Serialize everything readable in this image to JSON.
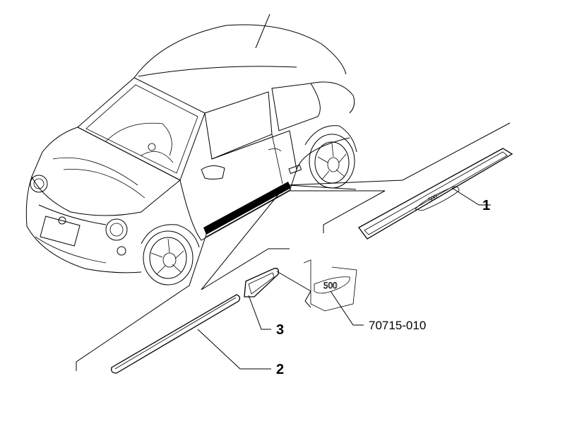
{
  "diagram": {
    "callouts": [
      {
        "id": "part-1",
        "text": "1"
      },
      {
        "id": "part-2",
        "text": "2"
      },
      {
        "id": "part-3",
        "text": "3"
      },
      {
        "id": "part-code",
        "text": "70715-010"
      }
    ],
    "car_badge_text": "500"
  }
}
